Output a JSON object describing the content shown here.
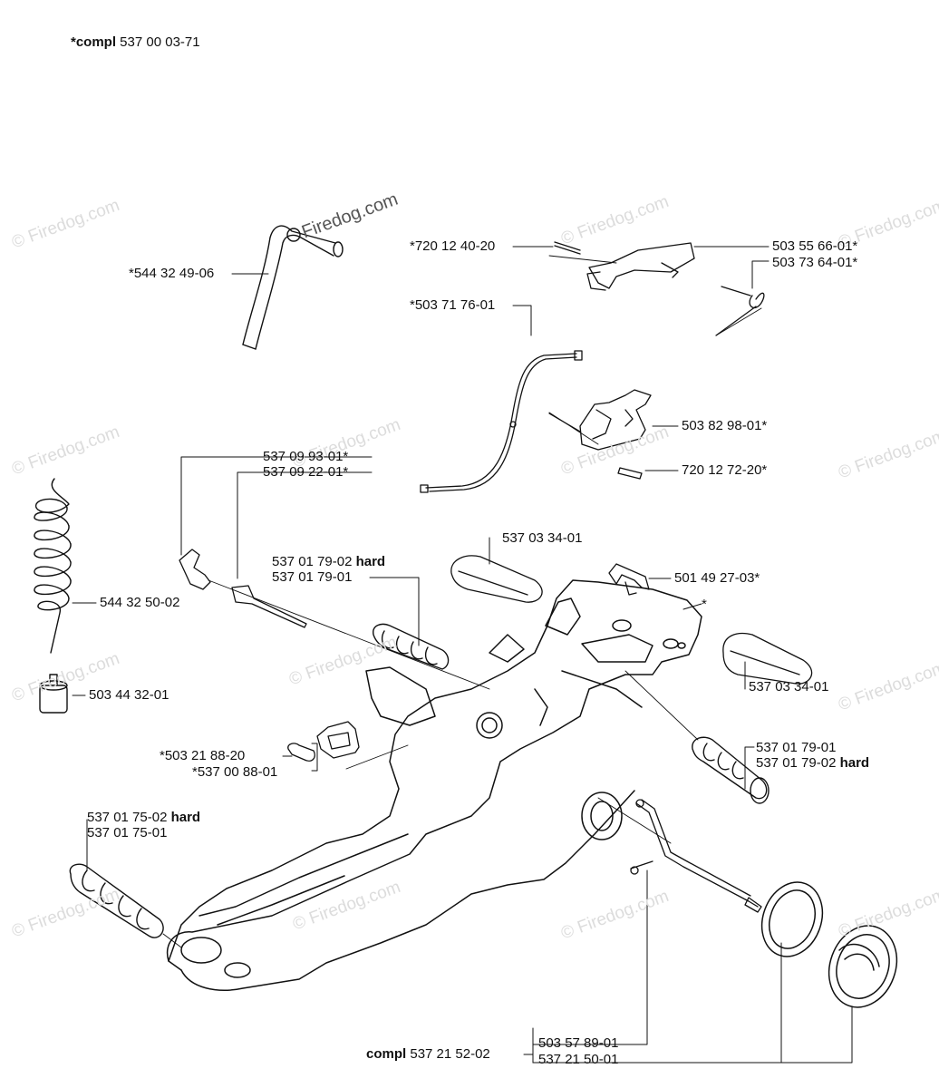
{
  "header": {
    "prefix": "*compl",
    "number": " 537 00 03-71"
  },
  "watermark": {
    "text": "© Firedog.com",
    "main_text": "Firedog.com"
  },
  "callouts": {
    "c1": {
      "text": "*544 32 49-06"
    },
    "c2": {
      "text": "*720 12 40-20"
    },
    "c3": {
      "text": "503 55 66-01*"
    },
    "c4": {
      "text": "503 73 64-01*"
    },
    "c5": {
      "text": "*503 71 76-01"
    },
    "c6": {
      "text": "503 82 98-01*"
    },
    "c7": {
      "text": "720 12 72-20*"
    },
    "c8": {
      "text": "537 09 93-01*"
    },
    "c9": {
      "text": "537 09 22-01*"
    },
    "c10": {
      "text": "537 01 79-02",
      "suffix": " hard"
    },
    "c11": {
      "text": "537 01 79-01"
    },
    "c12": {
      "text": "537 03 34-01"
    },
    "c13": {
      "text": "501 49 27-03*"
    },
    "c14": {
      "text": "*"
    },
    "c15": {
      "text": "544 32 50-02"
    },
    "c16": {
      "text": "503 44 32-01"
    },
    "c17": {
      "text": "*503 21 88-20"
    },
    "c18": {
      "text": "*537 00 88-01"
    },
    "c19": {
      "text": "537 03 34-01"
    },
    "c20": {
      "text": "537 01 79-01"
    },
    "c21": {
      "text": "537 01 79-02",
      "suffix": " hard"
    },
    "c22": {
      "text": "537 01 75-02",
      "suffix": " hard"
    },
    "c23": {
      "text": "537 01 75-01"
    },
    "c24": {
      "prefix": "compl",
      "text": " 537 21 52-02"
    },
    "c25": {
      "text": "503 57 89-01"
    },
    "c26": {
      "text": "537 21 50-01"
    }
  }
}
